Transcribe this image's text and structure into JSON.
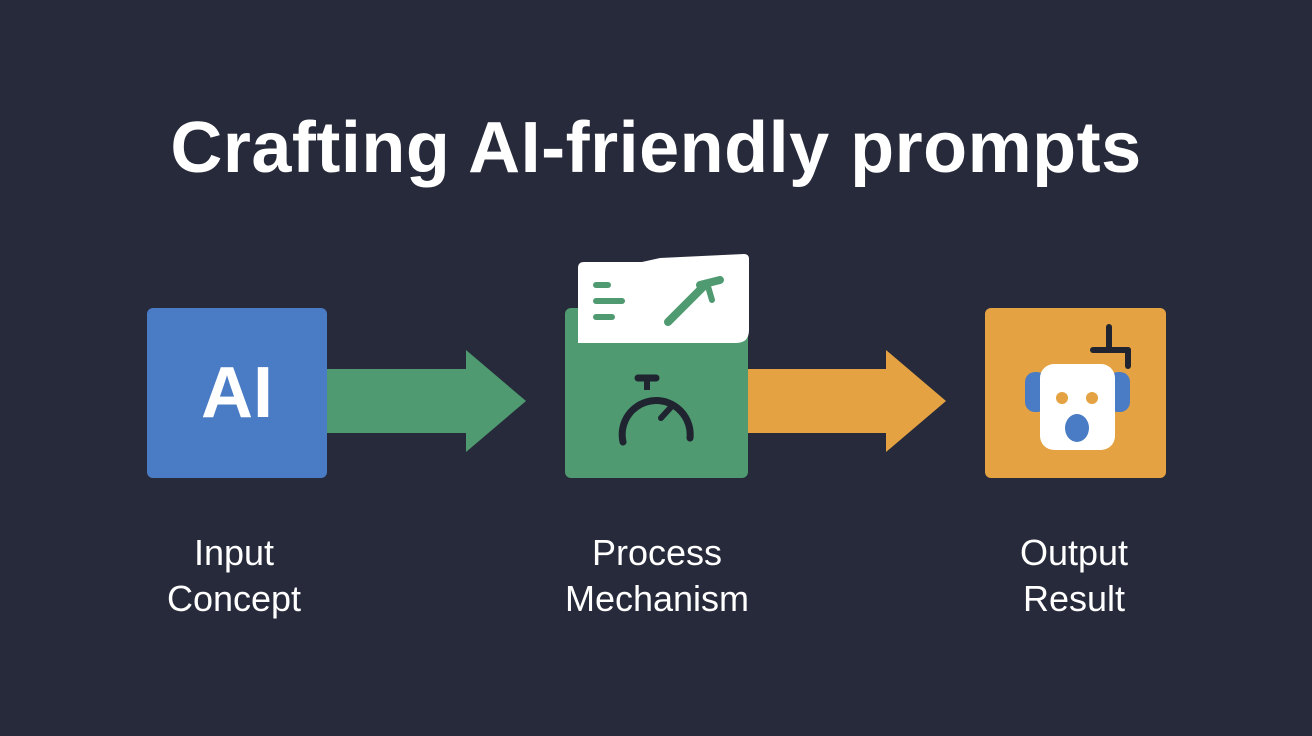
{
  "title": "Crafting AI-friendly prompts",
  "steps": [
    {
      "icon_text": "AI",
      "label_line1": "Input",
      "label_line2": "Concept",
      "color": "#4a7cc5",
      "icon": "ai-icon"
    },
    {
      "label_line1": "Process",
      "label_line2": "Mechanism",
      "color": "#4f9a71",
      "icon": "folder-stopwatch-icon"
    },
    {
      "label_line1": "Output",
      "label_line2": "Result",
      "color": "#e4a242",
      "icon": "robot-icon"
    }
  ],
  "arrows": [
    {
      "color": "#4f9a71"
    },
    {
      "color": "#e4a242"
    }
  ],
  "colors": {
    "background": "#272a3a",
    "text": "#ffffff"
  }
}
